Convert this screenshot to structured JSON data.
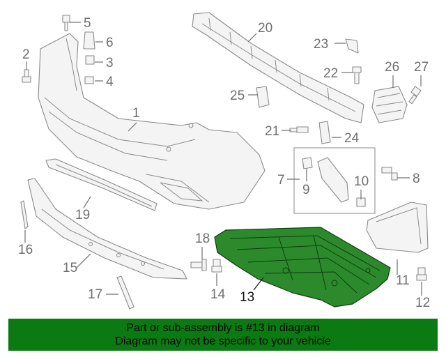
{
  "diagram": {
    "callouts": {
      "c1": "1",
      "c2": "2",
      "c3": "3",
      "c4": "4",
      "c5": "5",
      "c6": "6",
      "c7": "7",
      "c8": "8",
      "c9": "9",
      "c10": "10",
      "c11": "11",
      "c12": "12",
      "c13": "13",
      "c14": "14",
      "c15": "15",
      "c16": "16",
      "c17": "17",
      "c18": "18",
      "c19": "19",
      "c20": "20",
      "c21": "21",
      "c22": "22",
      "c23": "23",
      "c24": "24",
      "c25": "25",
      "c26": "26",
      "c27": "27"
    },
    "highlighted_part": "13",
    "highlight_color": "#2c8a2c"
  },
  "notice": {
    "line1": "Part or sub-assembly is #13 in diagram",
    "line2": "Diagram may not be specific to your vehicle",
    "background": "#0b7a12"
  }
}
